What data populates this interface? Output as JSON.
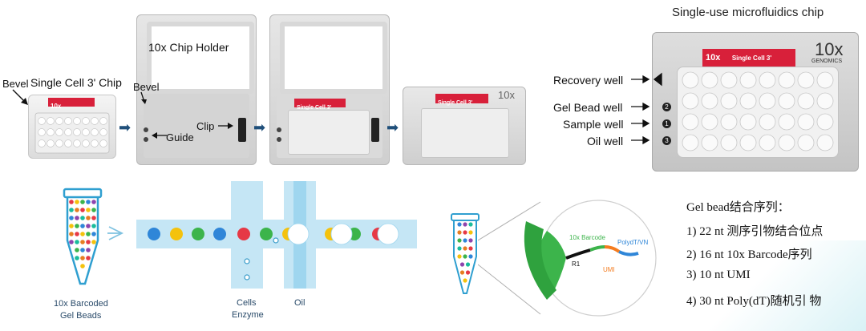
{
  "top_left": {
    "bevel_left": "Bevel",
    "chip_title": "Single Cell 3' Chip",
    "chip_bar_text": "10x",
    "holder_title": "10x Chip Holder",
    "bevel_holder": "Bevel",
    "guide_label": "Guide",
    "clip_label": "Clip",
    "chip_bar2_text": "Single Cell 3'",
    "logo_small": "10x"
  },
  "microfluidics": {
    "title": "Single-use microfluidics chip",
    "bar_text": "Single Cell 3'",
    "bar_logo": "10x",
    "brand_big": "10x",
    "brand_sub": "GENOMICS",
    "labels": [
      "Recovery well",
      "Gel Bead well",
      "Sample well",
      "Oil well"
    ],
    "badges": [
      "2",
      "1",
      "3"
    ]
  },
  "bottom": {
    "beads_label_line1": "10x Barcoded",
    "beads_label_line2": "Gel Beads",
    "cells_label_line1": "Cells",
    "cells_label_line2": "Enzyme",
    "oil_label": "Oil",
    "bead_labels": {
      "barcode": "10x Barcode",
      "polyt": "PolydT/VN",
      "r1": "R1",
      "umi": "UMI"
    }
  },
  "sequence_info": {
    "title": "Gel bead结合序列：",
    "items": [
      "1) 22 nt 测序引物结合位点",
      "2) 16 nt 10x Barcode序列",
      "3) 10 nt UMI",
      "4) 30 nt Poly(dT)随机引 物"
    ]
  }
}
